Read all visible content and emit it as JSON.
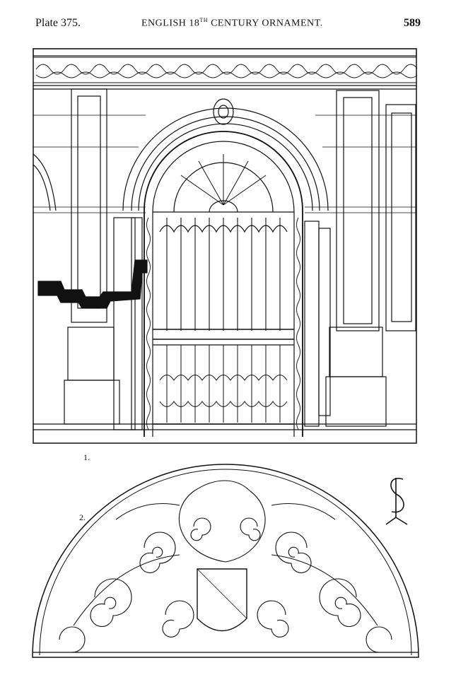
{
  "header": {
    "plate": "Plate 375.",
    "title_pre": "ENGLISH 18",
    "title_sup": "TH",
    "title_post": " CENTURY ORNAMENT.",
    "page_number": "589"
  },
  "figures": {
    "fig1_label": "1.",
    "fig2_label": "2."
  },
  "colors": {
    "ink": "#111111",
    "paper": "#ffffff"
  }
}
